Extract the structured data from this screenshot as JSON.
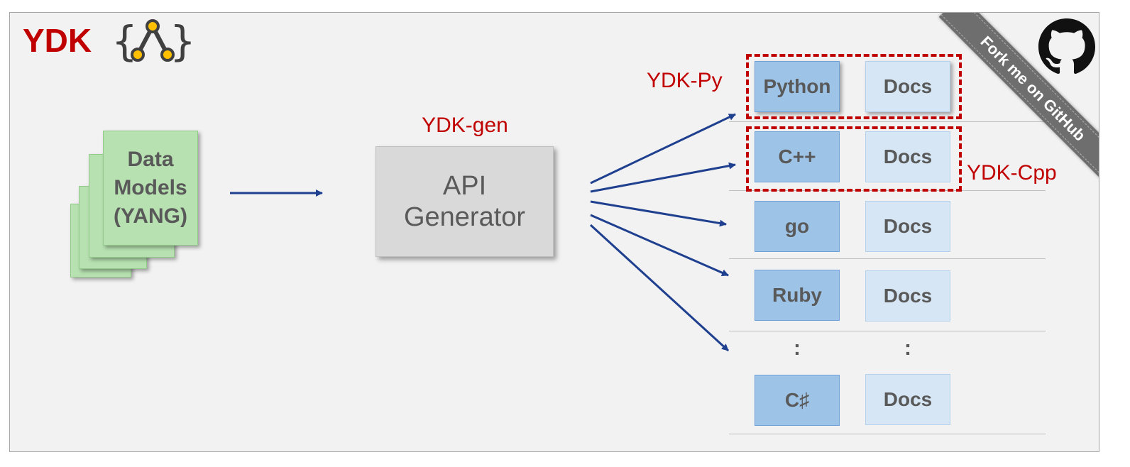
{
  "header": {
    "brand": "YDK",
    "logo_icon": "yang-tree-braces-icon"
  },
  "source": {
    "label_lines": [
      "Data",
      "Models",
      "(YANG)"
    ]
  },
  "generator": {
    "label": "YDK-gen",
    "box_text": "API\nGenerator"
  },
  "languages": [
    {
      "name": "Python",
      "docs": "Docs"
    },
    {
      "name": "C++",
      "docs": "Docs"
    },
    {
      "name": "go",
      "docs": "Docs"
    },
    {
      "name": "Ruby",
      "docs": "Docs"
    },
    {
      "name": "C♯",
      "docs": "Docs"
    }
  ],
  "ellipsis": ":",
  "groups": {
    "py": "YDK-Py",
    "cpp": "YDK-Cpp"
  },
  "ribbon": {
    "text": "Fork me on GitHub",
    "icon": "github-octocat-icon"
  },
  "colors": {
    "accent_red": "#c00000",
    "arrow_blue": "#1f3f8f",
    "model_green": "#b7e1b1",
    "api_blue": "#9dc3e6",
    "docs_blue": "#d6e6f4",
    "generator_gray": "#d9d9d9"
  }
}
